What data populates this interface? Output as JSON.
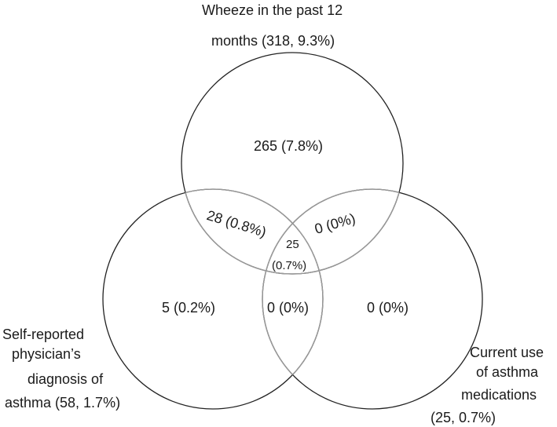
{
  "sets": {
    "wheeze": {
      "label_line1": "Wheeze in the past 12",
      "label_line2": "months (318, 9.3%)"
    },
    "diagnosis": {
      "label_line1": "Self-reported",
      "label_line2": "physician’s",
      "label_line3": "diagnosis of",
      "label_line4": "asthma (58, 1.7%)"
    },
    "medications": {
      "label_line1": "Current use",
      "label_line2": "of asthma",
      "label_line3": "medications",
      "label_line4": "(25, 0.7%)"
    }
  },
  "regions": {
    "wheeze_only": "265 (7.8%)",
    "wheeze_diagnosis": "28 (0.8%)",
    "wheeze_medications": "0 (0%)",
    "all_three_count": "25",
    "all_three_pct": "(0.7%)",
    "diagnosis_only": "5 (0.2%)",
    "diagnosis_medications": "0 (0%)",
    "medications_only": "0 (0%)"
  },
  "colors": {
    "circle_stroke": "#222222",
    "overlap_stroke": "#9a9a9a",
    "text": "#1a1a1a"
  }
}
